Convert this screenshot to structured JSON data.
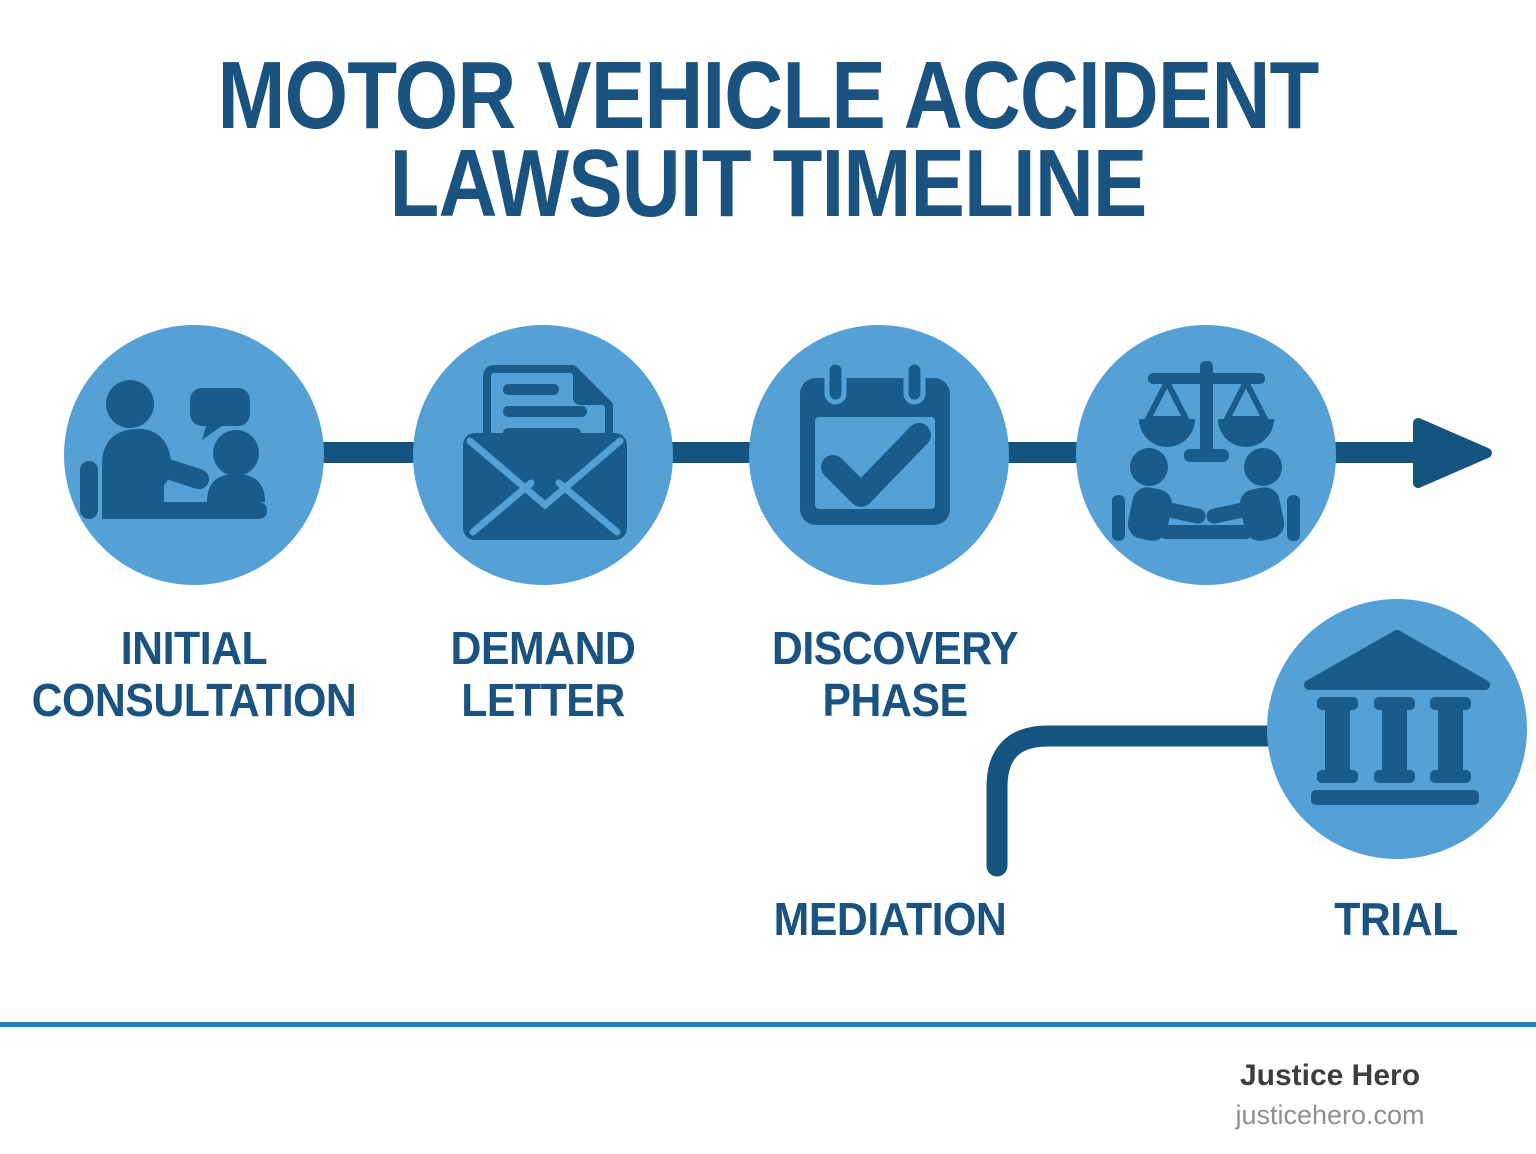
{
  "title": {
    "line1": "MOTOR VEHICLE ACCIDENT",
    "line2": "LAWSUIT TIMELINE"
  },
  "steps": [
    {
      "label_lines": [
        "INITIAL",
        "CONSULTATION"
      ],
      "icon": "consultation-icon"
    },
    {
      "label_lines": [
        "DEMAND",
        "LETTER"
      ],
      "icon": "demand-letter-envelope-icon"
    },
    {
      "label_lines": [
        "DISCOVERY",
        "PHASE"
      ],
      "icon": "calendar-check-icon"
    },
    {
      "label_lines": [
        "MEDIATION"
      ],
      "icon": "mediation-scales-icon"
    },
    {
      "label_lines": [
        "TRIAL"
      ],
      "icon": "courthouse-icon"
    }
  ],
  "footer": {
    "brand": "Justice Hero",
    "website": "justicehero.com"
  },
  "colors": {
    "circle_fill": "#55A1D6",
    "icon_dark": "#175C8A",
    "connector_dark": "#15547E",
    "text_dark_blue": "#1A5280",
    "footer_rule_blue": "#1086C9",
    "brand_text": "#3E3E3E",
    "website_text": "#8F8F8F"
  }
}
